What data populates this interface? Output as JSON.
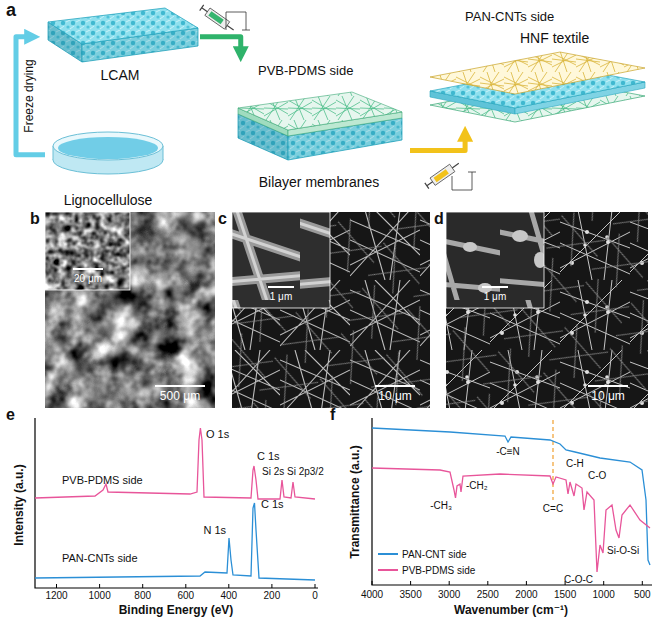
{
  "diagram": {
    "nodes": [
      {
        "text": [
          "LCAM"
        ]
      },
      {
        "text": [
          "Lignocellulose"
        ]
      },
      {
        "text": [
          "PVB-PDMS side",
          "Bilayer membranes"
        ]
      },
      {
        "text": [
          "PAN-CNTs side",
          "HNF textile"
        ]
      }
    ],
    "edges": [
      {
        "from": 1,
        "to": 0,
        "arrow": "to",
        "label": "Freeze drying"
      },
      {
        "from": 0,
        "to": 2,
        "arrow": "to"
      },
      {
        "from": 2,
        "to": 3,
        "arrow": "to"
      }
    ],
    "labels": [
      "a",
      "b",
      "20 μm",
      "500 μm",
      "c",
      "1 μm",
      "10 μm",
      "d",
      "1 μm",
      "10 μm",
      "e",
      "O 1s",
      "C 1s",
      "Si 2s",
      "Si 2p3/2",
      "PVB-PDMS side",
      "N 1s",
      "C 1s",
      "PAN-CNTs side",
      "1200",
      "1000",
      "800",
      "600",
      "400",
      "200",
      "0",
      "Binding Energy (eV)",
      "Intensity (a.u.)",
      "f",
      "-C≡N",
      "-CH₃",
      "-CH₂",
      "C=C",
      "C-H",
      "C-O",
      "C-O-C",
      "Si-O-Si",
      "4000",
      "3500",
      "3000",
      "2500",
      "2000",
      "1500",
      "1000",
      "500",
      "Wavenumber (cm⁻¹)",
      "Transmittance (a.u.)"
    ],
    "legend": [
      {
        "text": "PAN-CNT side"
      },
      {
        "text": "PVB-PDMS side"
      }
    ]
  }
}
